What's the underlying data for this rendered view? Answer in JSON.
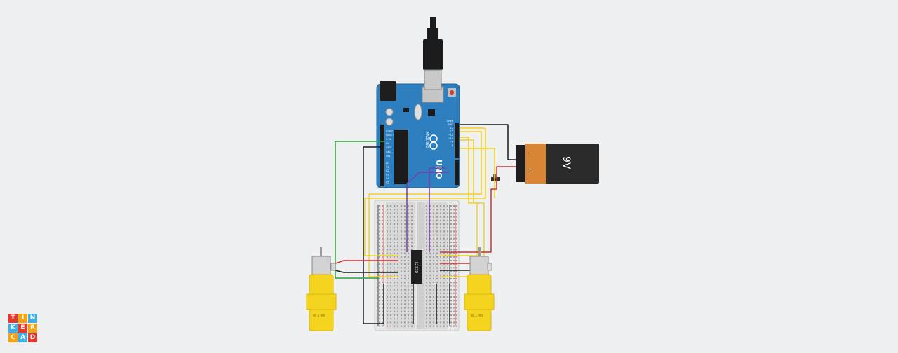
{
  "brand": {
    "logo_letters": [
      "T",
      "I",
      "N",
      "K",
      "E",
      "R",
      "C",
      "A",
      "D"
    ],
    "logo_colors": [
      "#e8382b",
      "#f8a10d",
      "#3db0e8",
      "#3db0e8",
      "#e8382b",
      "#f8a10d",
      "#f8a10d",
      "#3db0e8",
      "#e8382b"
    ]
  },
  "board": {
    "model_label": "UNO",
    "brand_label": "ARDUINO",
    "power_pin_labels": [
      "IOREF",
      "RESET",
      "3.3V",
      "5V",
      "GND",
      "GND",
      "VIN"
    ],
    "analog_pin_labels": [
      "A0",
      "A1",
      "A2",
      "A3",
      "A4",
      "A5"
    ],
    "right_pin_labels": [
      "AREF",
      "GND",
      "13",
      "12",
      "~11",
      "~10",
      "~9",
      "8"
    ]
  },
  "battery": {
    "label": "9V",
    "minus": "−",
    "plus": "+"
  },
  "chip": {
    "label": "L293D"
  },
  "motor_left": {
    "label": "⚙ 1:48"
  },
  "motor_right": {
    "label": "⚙ 1:48"
  },
  "wire_colors": {
    "ground": "#1a1a1a",
    "power": "#d62f2f",
    "signal": "#f2d21c",
    "enable": "#7b3aa8",
    "motor_lead": "#2aa43a"
  }
}
